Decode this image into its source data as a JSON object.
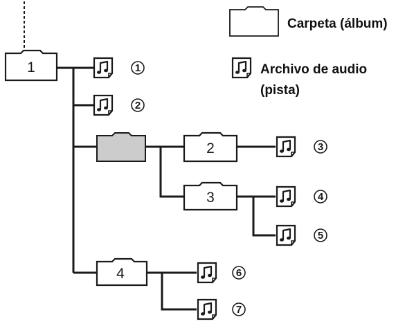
{
  "legend": {
    "folder_label": "Carpeta (álbum)",
    "file_label_line1": "Archivo de audio",
    "file_label_line2": "(pista)",
    "folder_icon": "folder-icon",
    "file_icon": "music-note-icon"
  },
  "tree": {
    "folders": [
      {
        "id": "f1",
        "label": "1",
        "fill": "#ffffff"
      },
      {
        "id": "fsel",
        "label": "",
        "fill": "#cccccc"
      },
      {
        "id": "f2",
        "label": "2",
        "fill": "#ffffff"
      },
      {
        "id": "f3",
        "label": "3",
        "fill": "#ffffff"
      },
      {
        "id": "f4",
        "label": "4",
        "fill": "#ffffff"
      }
    ],
    "tracks": [
      {
        "id": "t1",
        "label": "1"
      },
      {
        "id": "t2",
        "label": "2"
      },
      {
        "id": "t3",
        "label": "3"
      },
      {
        "id": "t4",
        "label": "4"
      },
      {
        "id": "t5",
        "label": "5"
      },
      {
        "id": "t6",
        "label": "6"
      },
      {
        "id": "t7",
        "label": "7"
      }
    ]
  },
  "colors": {
    "ink": "#1a1a1a",
    "folder_fill": "#ffffff",
    "selected_folder_fill": "#cccccc"
  }
}
